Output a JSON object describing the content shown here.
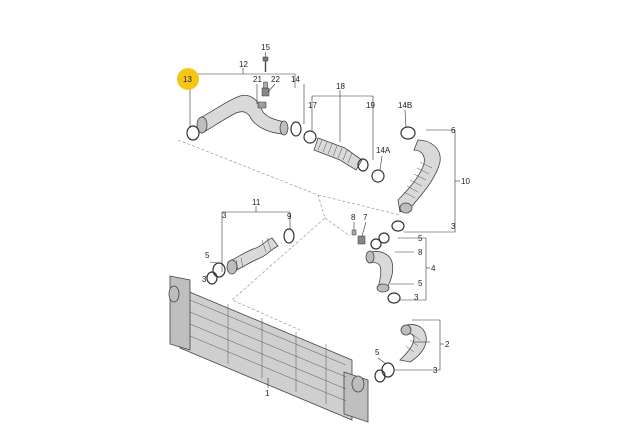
{
  "callouts": {
    "c1": "1",
    "c2": "2",
    "c3a": "3",
    "c3b": "3",
    "c3c": "3",
    "c3d": "3",
    "c3e": "3",
    "c4": "4",
    "c5a": "5",
    "c5b": "5",
    "c5c": "5",
    "c5d": "5",
    "c6": "6",
    "c7": "7",
    "c8a": "8",
    "c8b": "8",
    "c9": "9",
    "c10": "10",
    "c11": "11",
    "c12": "12",
    "c13": "13",
    "c14": "14",
    "c14a": "14A",
    "c14b": "14B",
    "c15": "15",
    "c17": "17",
    "c18": "18",
    "c19": "19",
    "c21": "21",
    "c22": "22"
  },
  "highlight_color": "#F5C518"
}
